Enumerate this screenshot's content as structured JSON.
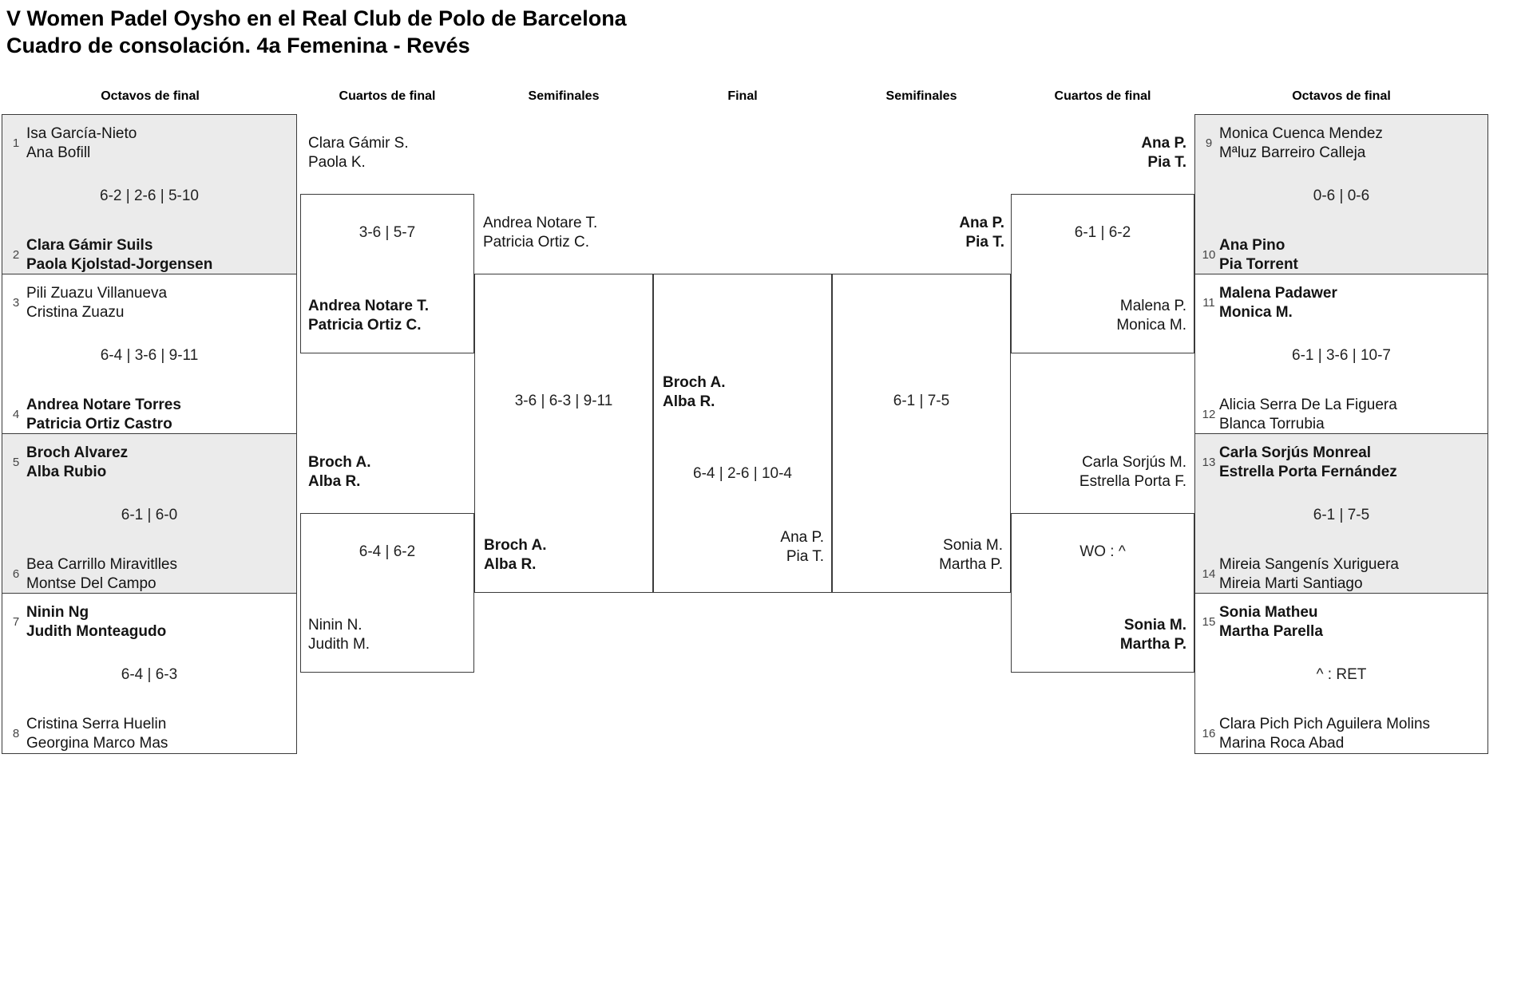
{
  "title": {
    "line1": "V Women Padel Oysho en el Real Club de Polo de Barcelona",
    "line2": "Cuadro de consolación. 4a Femenina - Revés"
  },
  "rounds": [
    "Octavos de final",
    "Cuartos de final",
    "Semifinales",
    "Final",
    "Semifinales",
    "Cuartos de final",
    "Octavos de final"
  ],
  "r16_left": [
    {
      "score": "6-2 | 2-6 | 5-10",
      "top": {
        "seed": "1",
        "name1": "Isa García-Nieto",
        "name2": "Ana Bofill",
        "winner": false
      },
      "bottom": {
        "seed": "2",
        "name1": "Clara Gámir Suils",
        "name2": "Paola Kjolstad-Jorgensen",
        "winner": true
      }
    },
    {
      "score": "6-4 | 3-6 | 9-11",
      "top": {
        "seed": "3",
        "name1": "Pili Zuazu Villanueva",
        "name2": "Cristina Zuazu",
        "winner": false
      },
      "bottom": {
        "seed": "4",
        "name1": "Andrea Notare Torres",
        "name2": "Patricia Ortiz Castro",
        "winner": true
      }
    },
    {
      "score": "6-1 | 6-0",
      "top": {
        "seed": "5",
        "name1": "Broch Alvarez",
        "name2": "Alba Rubio",
        "winner": true
      },
      "bottom": {
        "seed": "6",
        "name1": "Bea Carrillo Miravitlles",
        "name2": "Montse Del Campo",
        "winner": false
      }
    },
    {
      "score": "6-4 | 6-3",
      "top": {
        "seed": "7",
        "name1": "Ninin Ng",
        "name2": "Judith Monteagudo",
        "winner": true
      },
      "bottom": {
        "seed": "8",
        "name1": "Cristina Serra Huelin",
        "name2": "Georgina Marco Mas",
        "winner": false
      }
    }
  ],
  "r16_right": [
    {
      "score": "0-6 | 0-6",
      "top": {
        "seed": "9",
        "name1": "Monica Cuenca Mendez",
        "name2": "Mªluz Barreiro Calleja",
        "winner": false
      },
      "bottom": {
        "seed": "10",
        "name1": "Ana Pino",
        "name2": "Pia Torrent",
        "winner": true
      }
    },
    {
      "score": "6-1 | 3-6 | 10-7",
      "top": {
        "seed": "11",
        "name1": "Malena Padawer",
        "name2": "Monica M.",
        "winner": true
      },
      "bottom": {
        "seed": "12",
        "name1": "Alicia Serra De La Figuera",
        "name2": "Blanca Torrubia",
        "winner": false
      }
    },
    {
      "score": "6-1 | 7-5",
      "top": {
        "seed": "13",
        "name1": "Carla Sorjús Monreal",
        "name2": "Estrella Porta Fernández",
        "winner": true
      },
      "bottom": {
        "seed": "14",
        "name1": "Mireia Sangenís Xuriguera",
        "name2": "Mireia Marti Santiago",
        "winner": false
      }
    },
    {
      "score": "^ : RET",
      "top": {
        "seed": "15",
        "name1": "Sonia Matheu",
        "name2": "Martha Parella",
        "winner": true
      },
      "bottom": {
        "seed": "16",
        "name1": "Clara Pich Pich Aguilera Molins",
        "name2": "Marina Roca Abad",
        "winner": false
      }
    }
  ],
  "qf_left": [
    {
      "above": {
        "name1": "Clara Gámir S.",
        "name2": "Paola K.",
        "winner": false
      },
      "score": "3-6 | 5-7",
      "inside": {
        "name1": "Andrea Notare T.",
        "name2": "Patricia Ortiz C.",
        "winner": true
      }
    },
    {
      "above": {
        "name1": "Broch A.",
        "name2": "Alba R.",
        "winner": true
      },
      "score": "6-4 | 6-2",
      "inside": {
        "name1": "Ninin N.",
        "name2": "Judith M.",
        "winner": false
      }
    }
  ],
  "sf_left": {
    "above": {
      "name1": "Andrea Notare T.",
      "name2": "Patricia Ortiz C.",
      "winner": false
    },
    "score": "3-6 | 6-3 | 9-11",
    "inside": {
      "name1": "Broch A.",
      "name2": "Alba R.",
      "winner": true
    }
  },
  "final": {
    "champion": {
      "name1": "Broch A.",
      "name2": "Alba R.",
      "winner": true
    },
    "score": "6-4 | 2-6 | 10-4",
    "runner_up": {
      "name1": "Ana P.",
      "name2": "Pia T.",
      "winner": false
    }
  },
  "sf_right": {
    "above": {
      "name1": "Ana P.",
      "name2": "Pia T.",
      "winner": true
    },
    "score": "6-1 | 7-5",
    "inside": {
      "name1": "Sonia M.",
      "name2": "Martha P.",
      "winner": false
    }
  },
  "qf_right": [
    {
      "above": {
        "name1": "Ana P.",
        "name2": "Pia T.",
        "winner": true
      },
      "score": "6-1 | 6-2",
      "inside": {
        "name1": "Malena P.",
        "name2": "Monica M.",
        "winner": false
      }
    },
    {
      "above": {
        "name1": "Carla Sorjús M.",
        "name2": "Estrella Porta F.",
        "winner": false
      },
      "score": "WO : ^",
      "inside": {
        "name1": "Sonia M.",
        "name2": "Martha P.",
        "winner": true
      }
    }
  ]
}
